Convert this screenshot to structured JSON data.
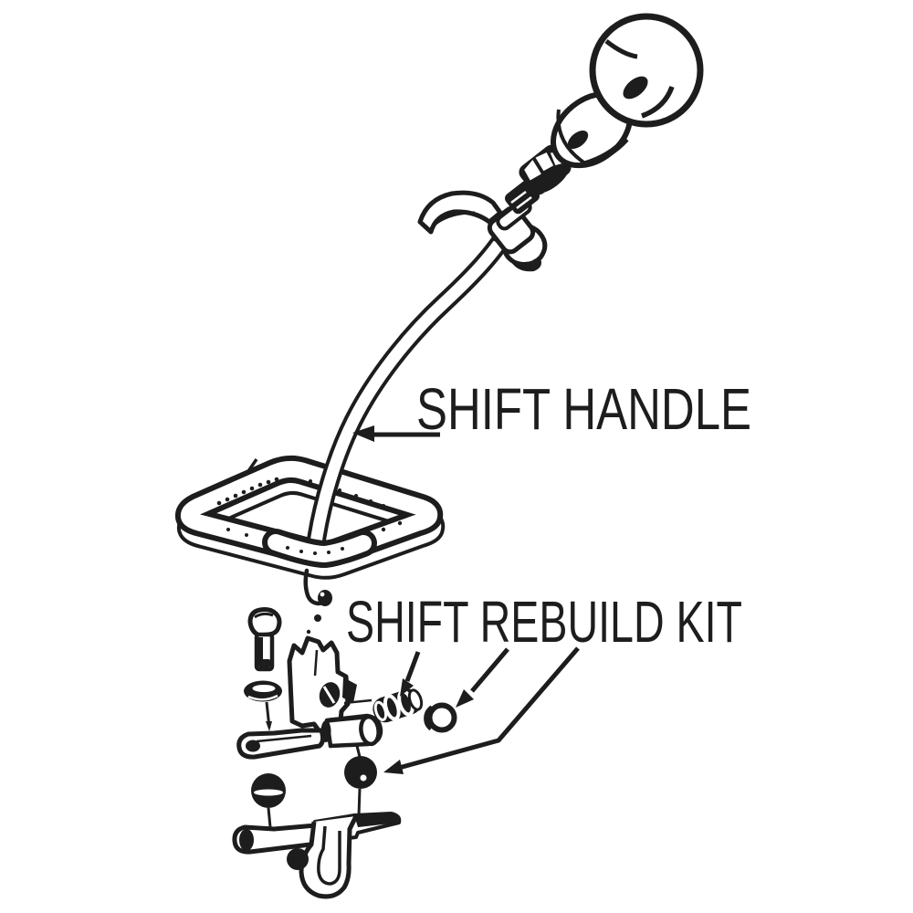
{
  "page": {
    "background_color": "#ffffff",
    "ink_color": "#1d1d1d",
    "type": "exploded-parts-line-drawing"
  },
  "labels": {
    "shift_handle": "SHIFT HANDLE",
    "shift_rebuild_kit": "SHIFT REBUILD KIT"
  },
  "icons": [
    "shift-knob-ball-icon",
    "knob-cap-icon",
    "jam-nut-icon",
    "threaded-stud-icon",
    "handle-collar-icon",
    "crossbar-left-wing-icon",
    "crossbar-right-wing-icon",
    "shift-handle-shaft-icon",
    "boot-retainer-plate-icon",
    "handle-tip-icon",
    "mounting-bolt-icon",
    "flat-washer-icon",
    "shifter-base-icon",
    "base-arm-icon",
    "pivot-pin-icon",
    "small-bushing-icon",
    "snap-ring-icon",
    "front-bushing-icon",
    "left-bushing-icon",
    "mounting-bracket-icon",
    "arrow-shift-handle-icon",
    "leader-arrow-a-icon",
    "leader-arrow-b-icon",
    "leader-arrow-c-icon"
  ]
}
